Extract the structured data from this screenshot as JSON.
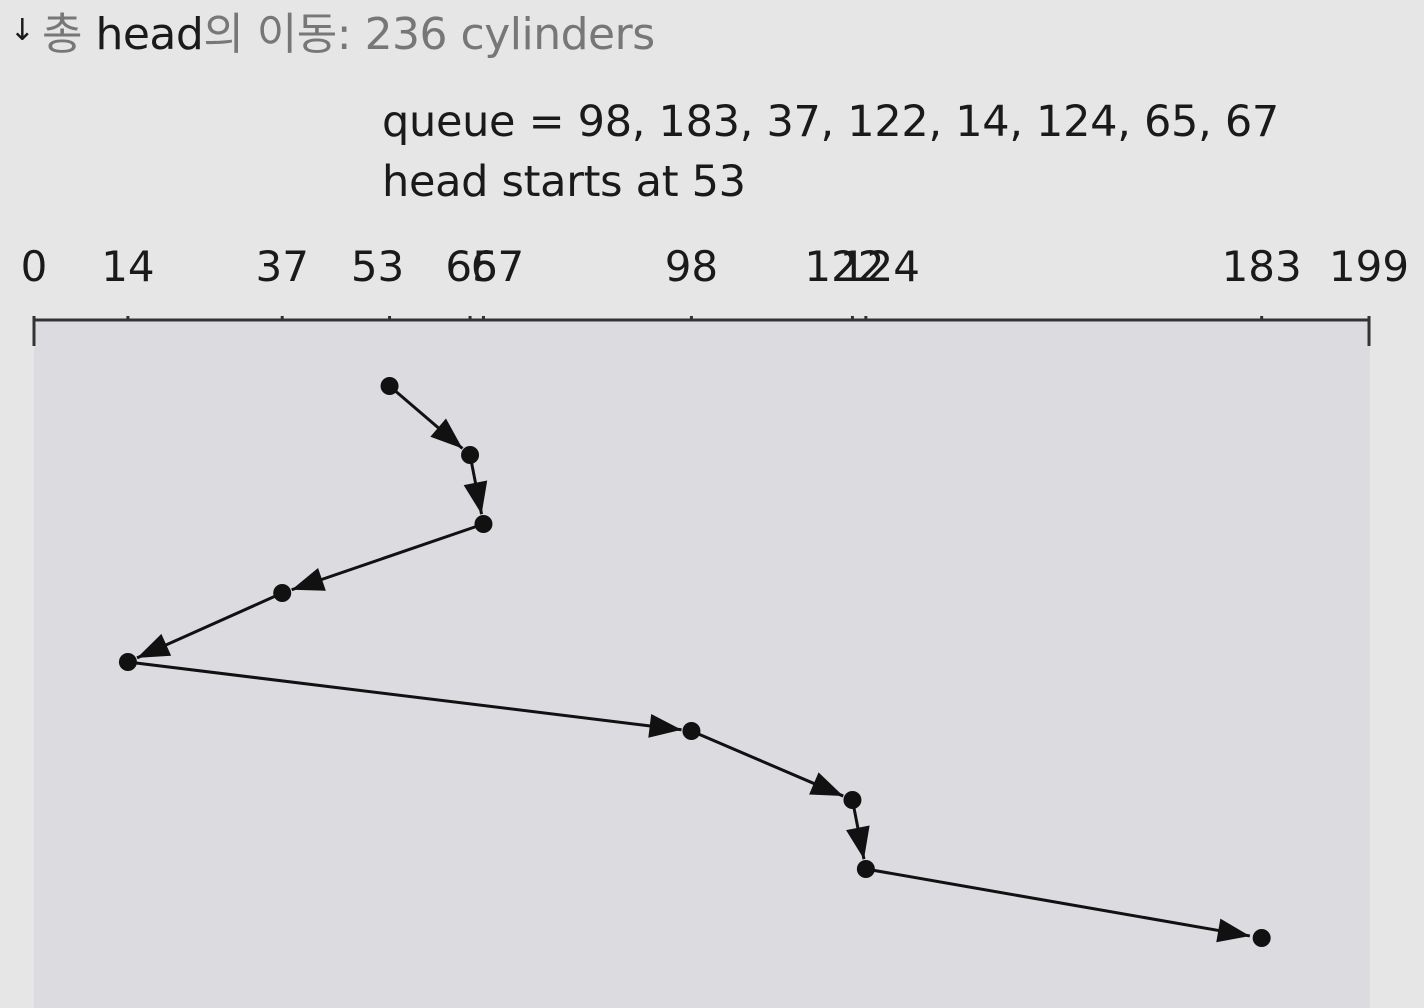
{
  "bullet": {
    "icon": "arrow-down-icon",
    "prefix": "총 ",
    "keyword": "head",
    "suffix": "의 이동: 236 cylinders"
  },
  "queue_label": "queue = 98, 183, 37, 122, 14, 124, 65, 67",
  "head_label": "head starts at 53",
  "diagram": {
    "axis_min": 0,
    "axis_max": 199,
    "ticks": [
      {
        "value": 0,
        "label": "0"
      },
      {
        "value": 14,
        "label": "14"
      },
      {
        "value": 37,
        "label": "37"
      },
      {
        "value": 53,
        "label": "53"
      },
      {
        "value": 65,
        "label": "65"
      },
      {
        "value": 67,
        "label": "67"
      },
      {
        "value": 98,
        "label": "98"
      },
      {
        "value": 122,
        "label": "122"
      },
      {
        "value": 124,
        "label": "124"
      },
      {
        "value": 183,
        "label": "183"
      },
      {
        "value": 199,
        "label": "199"
      }
    ],
    "path": [
      53,
      65,
      67,
      37,
      14,
      98,
      122,
      124,
      183
    ]
  }
}
